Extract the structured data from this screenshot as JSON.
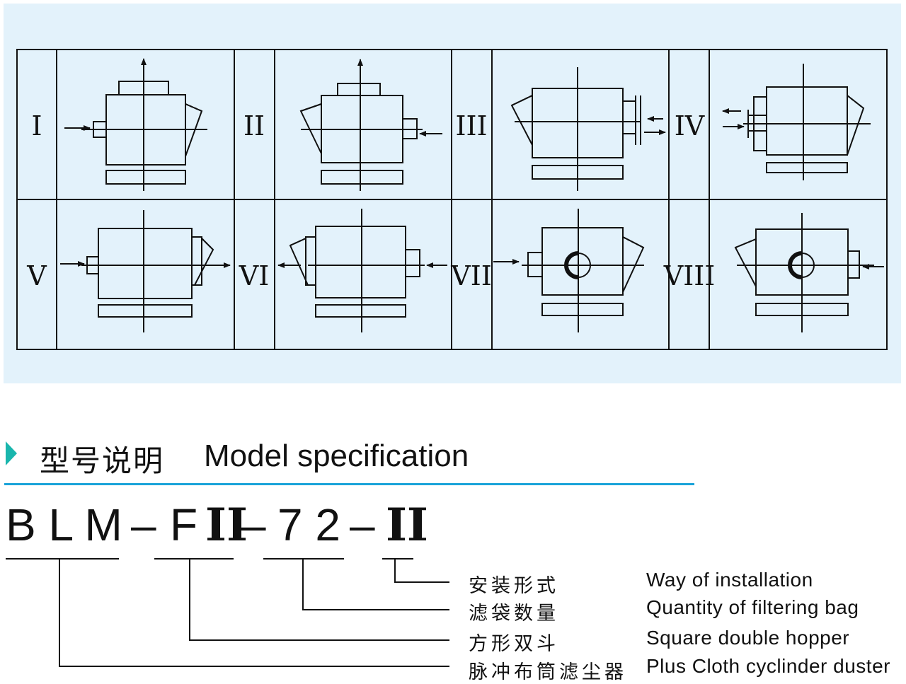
{
  "diagram": {
    "cells": [
      {
        "label": "I"
      },
      {
        "label": "II"
      },
      {
        "label": "III"
      },
      {
        "label": "IV"
      },
      {
        "label": "V"
      },
      {
        "label": "VI"
      },
      {
        "label": "VII"
      },
      {
        "label": "VIII"
      }
    ]
  },
  "section": {
    "title_cn": "型号说明",
    "title_en": "Model specification"
  },
  "model_code": {
    "parts": [
      "B L M",
      "–",
      "F",
      "II",
      "–",
      "7 2",
      "–",
      "II"
    ]
  },
  "spec": [
    {
      "cn": "安装形式",
      "en": "Way of installation"
    },
    {
      "cn": "滤袋数量",
      "en": "Quantity of filtering bag"
    },
    {
      "cn": "方形双斗",
      "en": "Square double hopper"
    },
    {
      "cn": "脉冲布筒滤尘器",
      "en": "Plus Cloth cyclinder duster"
    }
  ]
}
